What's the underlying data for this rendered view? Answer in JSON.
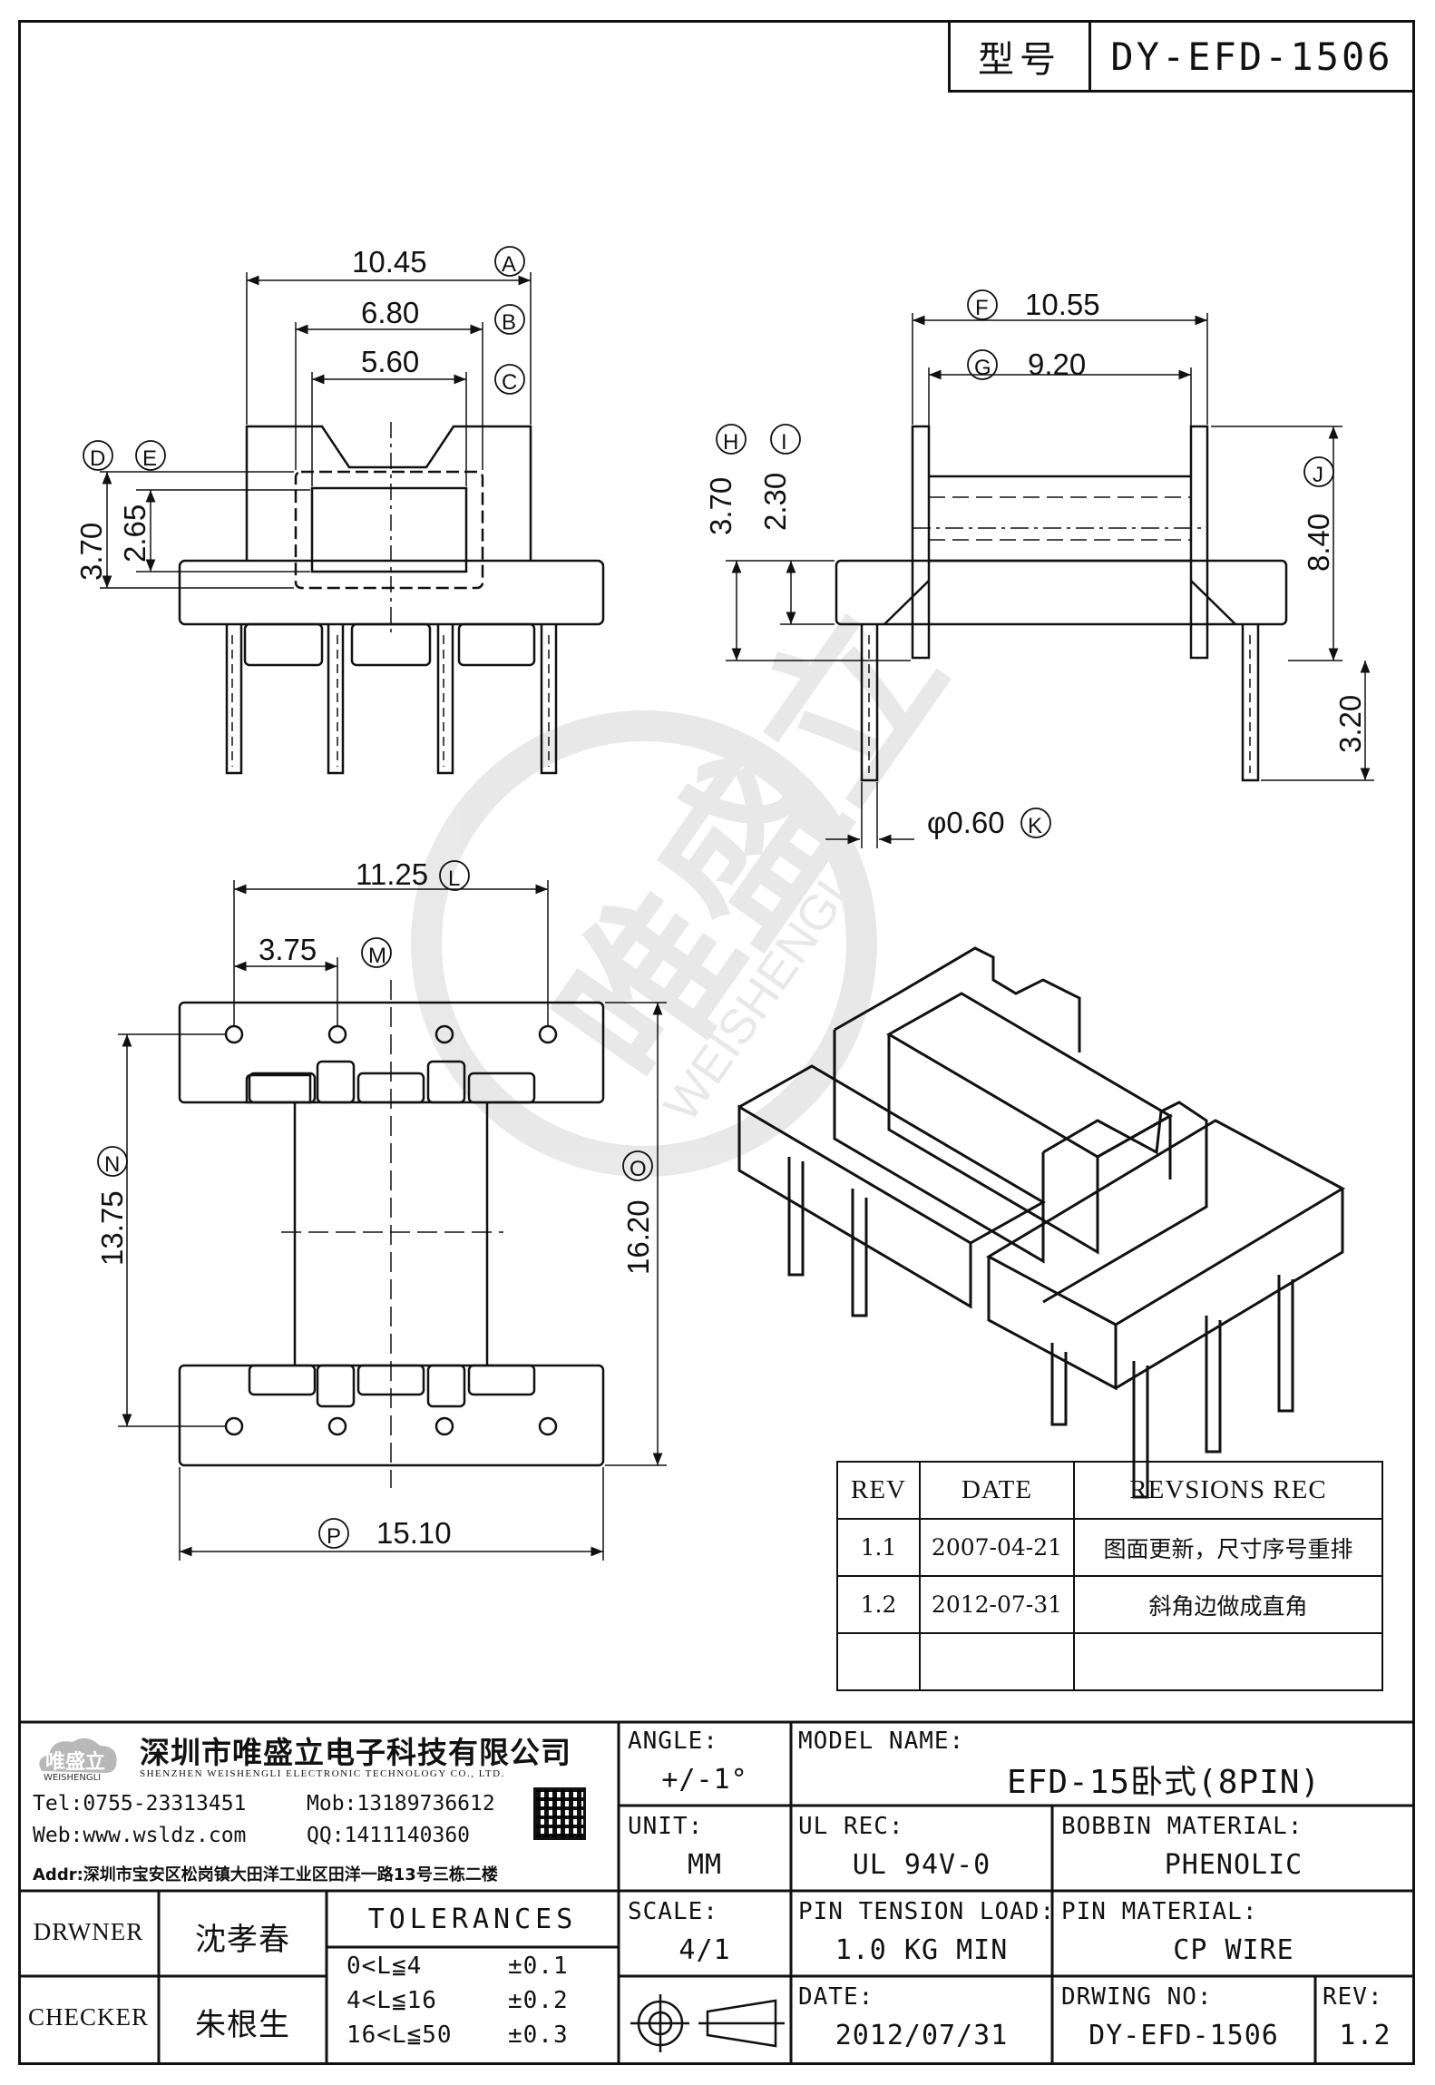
{
  "header": {
    "type_label": "型号",
    "type_value": "DY-EFD-1506"
  },
  "watermark": {
    "company_name": "唯盛立",
    "company_pinyin": "WEISHENGLI"
  },
  "dimensions": {
    "A": {
      "value": "10.45",
      "tag": "A"
    },
    "B": {
      "value": "6.80",
      "tag": "B"
    },
    "C": {
      "value": "5.60",
      "tag": "C"
    },
    "D": {
      "value": "3.70",
      "tag": "D"
    },
    "E": {
      "value": "2.65",
      "tag": "E"
    },
    "F": {
      "value": "10.55",
      "tag": "F"
    },
    "G": {
      "value": "9.20",
      "tag": "G"
    },
    "H": {
      "value": "3.70",
      "tag": "H"
    },
    "I": {
      "value": "2.30",
      "tag": "I"
    },
    "J": {
      "value": "8.40",
      "tag": "J"
    },
    "pin_length": {
      "value": "3.20"
    },
    "K": {
      "value": "φ0.60",
      "tag": "K"
    },
    "L": {
      "value": "11.25",
      "tag": "L"
    },
    "M": {
      "value": "3.75",
      "tag": "M"
    },
    "N": {
      "value": "13.75",
      "tag": "N"
    },
    "O": {
      "value": "16.20",
      "tag": "O"
    },
    "P": {
      "value": "15.10",
      "tag": "P"
    }
  },
  "revisions": {
    "headers": [
      "REV",
      "DATE",
      "REVSIONS REC"
    ],
    "rows": [
      [
        "1.1",
        "2007-04-21",
        "图面更新，尺寸序号重排"
      ],
      [
        "1.2",
        "2012-07-31",
        "斜角边做成直角"
      ],
      [
        "",
        "",
        ""
      ]
    ]
  },
  "company": {
    "logo_text": "唯盛立",
    "logo_sub": "WEISHENGLI",
    "name_cn": "深圳市唯盛立电子科技有限公司",
    "name_en": "SHENZHEN WEISHENGLI ELECTRONIC TECHNOLOGY CO., LTD.",
    "tel": "Tel:0755-23313451",
    "mob": "Mob:13189736612",
    "web": "Web:www.wsldz.com",
    "qq": "QQ:1411140360",
    "addr": "Addr:深圳市宝安区松岗镇大田洋工业区田洋一路13号三栋二楼"
  },
  "title_block": {
    "angle_label": "ANGLE:",
    "angle_value": "+/-1°",
    "model_label": "MODEL NAME:",
    "model_value": "EFD-15卧式(8PIN)",
    "unit_label": "UNIT:",
    "unit_value": "MM",
    "ul_label": "UL REC:",
    "ul_value": "UL 94V-0",
    "bobbin_label": "BOBBIN MATERIAL:",
    "bobbin_value": "PHENOLIC",
    "scale_label": "SCALE:",
    "scale_value": "4/1",
    "pin_tension_label": "PIN TENSION LOAD:",
    "pin_tension_value": "1.0 KG MIN",
    "pin_material_label": "PIN MATERIAL:",
    "pin_material_value": "CP WIRE",
    "date_label": "DATE:",
    "date_value": "2012/07/31",
    "drawing_no_label": "DRWING NO:",
    "drawing_no_value": "DY-EFD-1506",
    "rev_label": "REV:",
    "rev_value": "1.2",
    "drawer_label": "DRWNER",
    "drawer_value": "沈孝春",
    "checker_label": "CHECKER",
    "checker_value": "朱根生",
    "tolerances_label": "TOLERANCES",
    "tolerances": [
      [
        "0<L≦4",
        "±0.1"
      ],
      [
        "4<L≦16",
        "±0.2"
      ],
      [
        "16<L≦50",
        "±0.3"
      ]
    ]
  }
}
